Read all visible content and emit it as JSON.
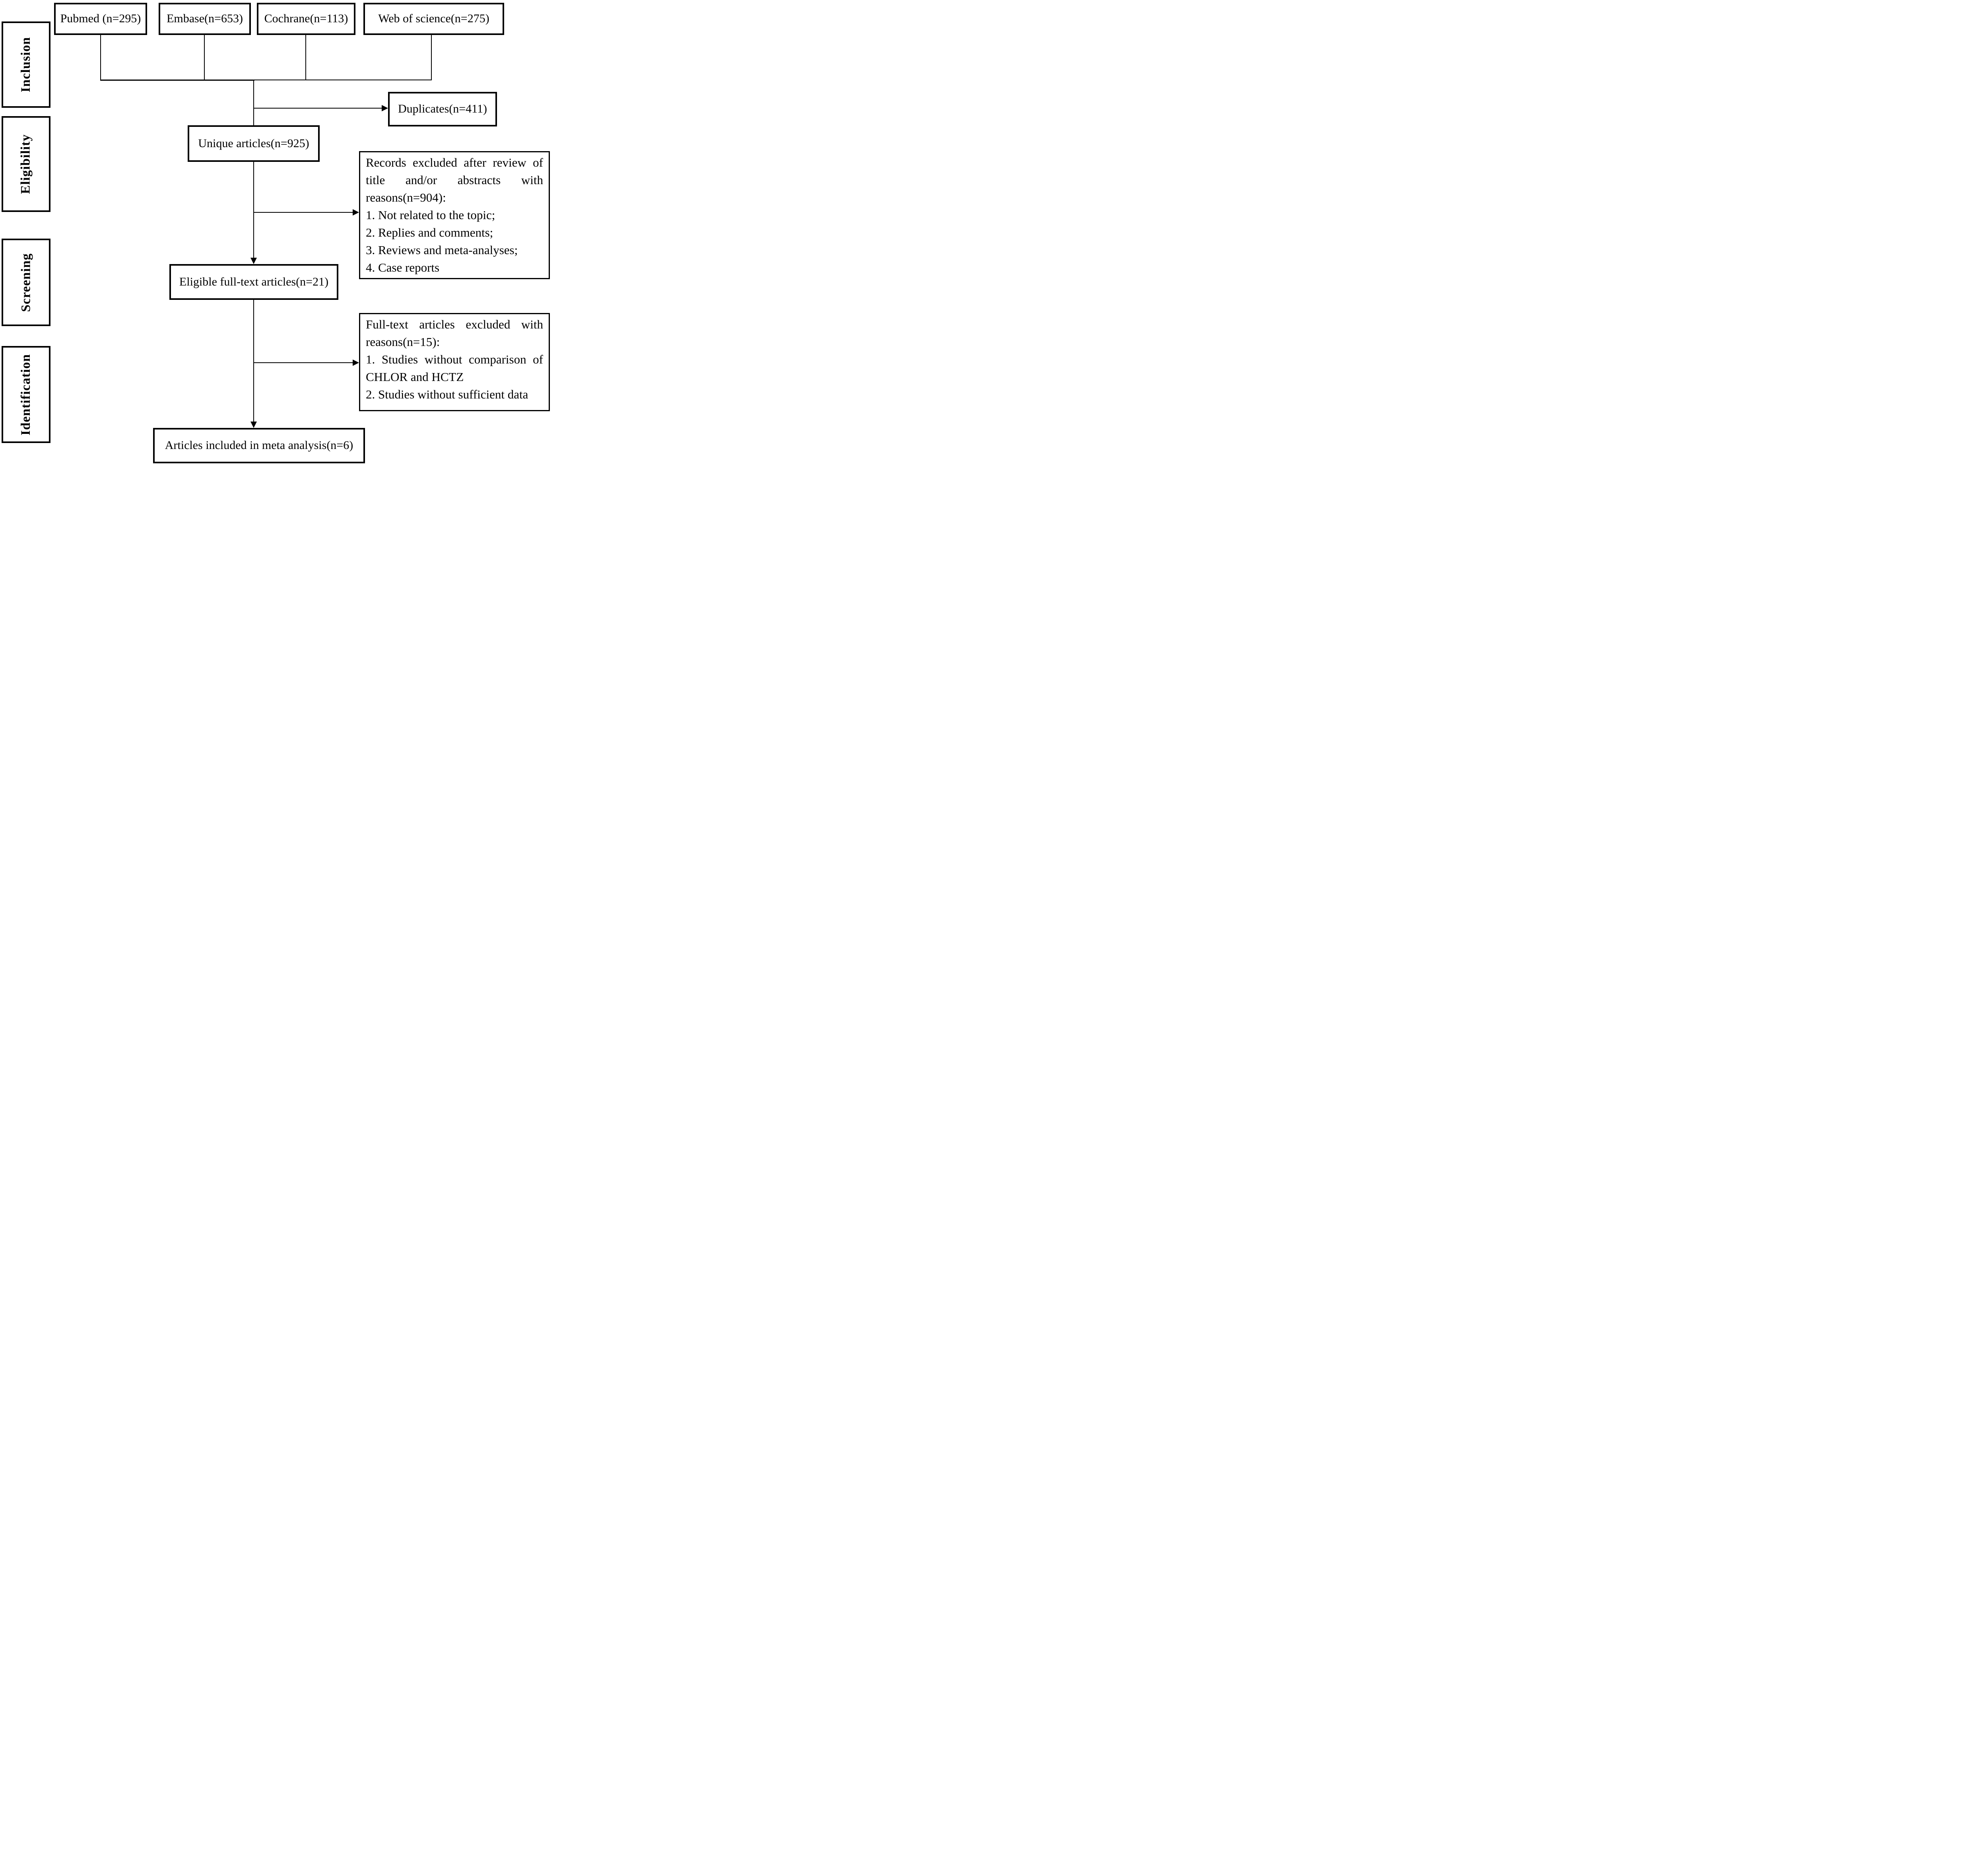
{
  "stages": [
    "Inclusion",
    "Eligibility",
    "Screening",
    "Identification"
  ],
  "sources": [
    "Pubmed (n=295)",
    "Embase(n=653)",
    "Cochrane(n=113)",
    "Web of science(n=275)"
  ],
  "nodes": {
    "duplicates": {
      "label": "Duplicates(n=411)"
    },
    "unique_articles": {
      "label": "Unique articles(n=925)"
    },
    "records_excluded": {
      "title": "Records excluded after review of title and/or abstracts with reasons(n=904):",
      "items": [
        "1. Not related to the topic;",
        "2. Replies and comments;",
        "3. Reviews and meta-analyses;",
        "4. Case reports"
      ]
    },
    "eligible_fulltext": {
      "label": "Eligible full-text articles(n=21)"
    },
    "fulltext_excluded": {
      "title": "Full-text articles excluded with reasons(n=15):",
      "items": [
        "1. Studies without comparison of CHLOR and HCTZ",
        "2. Studies without sufficient data"
      ]
    },
    "included": {
      "label": "Articles included in meta analysis(n=6)"
    }
  },
  "colors": {
    "ink": "#000000",
    "background": "#ffffff"
  }
}
